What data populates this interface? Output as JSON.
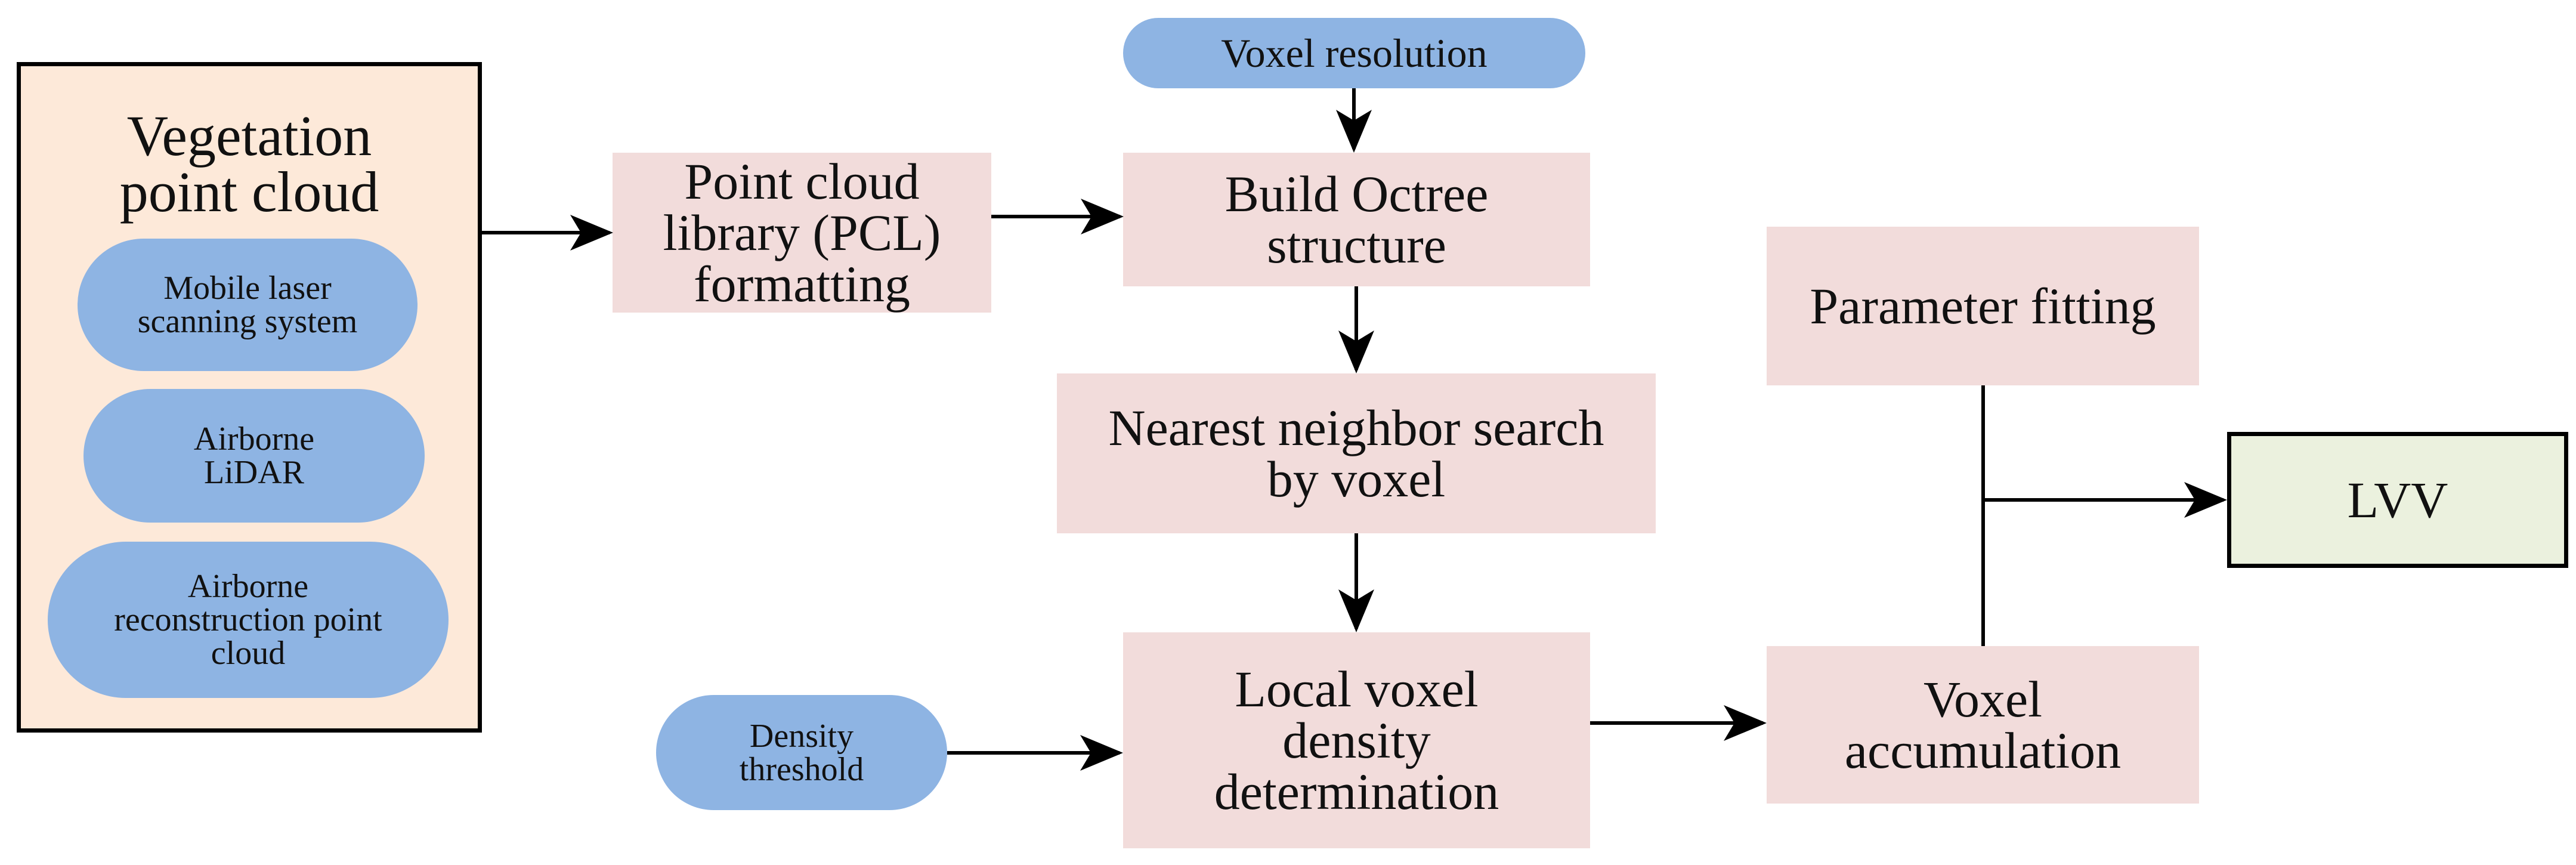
{
  "nodes": {
    "vegetation": {
      "title": [
        "Vegetation",
        "point cloud"
      ]
    },
    "mobile_laser": {
      "lines": [
        "Mobile laser",
        "scanning system"
      ]
    },
    "airborne_lidar": {
      "lines": [
        "Airborne",
        "LiDAR"
      ]
    },
    "airborne_recon": {
      "lines": [
        "Airborne",
        "reconstruction point",
        "cloud"
      ]
    },
    "pcl_formatting": {
      "lines": [
        "Point cloud",
        "library (PCL)",
        "formatting"
      ]
    },
    "voxel_resolution": {
      "lines": [
        "Voxel resolution"
      ]
    },
    "build_octree": {
      "lines": [
        "Build Octree",
        "structure"
      ]
    },
    "nearest_neighbor": {
      "lines": [
        "Nearest neighbor search",
        "by voxel"
      ]
    },
    "local_density": {
      "lines": [
        "Local voxel",
        "density",
        "determination"
      ]
    },
    "density_threshold": {
      "lines": [
        "Density",
        "threshold"
      ]
    },
    "parameter_fitting": {
      "lines": [
        "Parameter fitting"
      ]
    },
    "voxel_accumulation": {
      "lines": [
        "Voxel",
        "accumulation"
      ]
    },
    "lvv": {
      "lines": [
        "LVV"
      ]
    }
  },
  "colors": {
    "process_fill": "#f2dcdb",
    "input_fill": "#8eb4e3",
    "source_fill": "#fde9d9",
    "output_fill": "#ebf1de",
    "line": "#000000"
  }
}
